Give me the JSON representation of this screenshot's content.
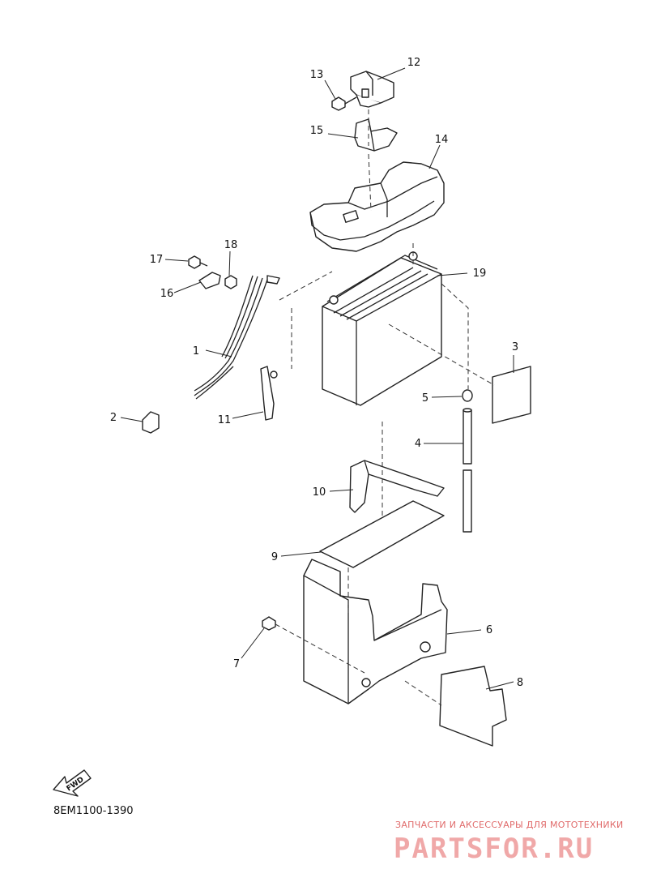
{
  "diagram": {
    "callouts": [
      "1",
      "2",
      "3",
      "4",
      "5",
      "6",
      "7",
      "8",
      "9",
      "10",
      "11",
      "12",
      "13",
      "14",
      "15",
      "16",
      "17",
      "18",
      "19"
    ],
    "direction_badge": "FWD",
    "drawing_code": "8EM1100-1390"
  },
  "watermark": {
    "tagline": "ЗАПЧАСТИ И АКСЕССУАРЫ ДЛЯ МОТОТЕХНИКИ",
    "brand": "PARTSFOR.RU"
  }
}
